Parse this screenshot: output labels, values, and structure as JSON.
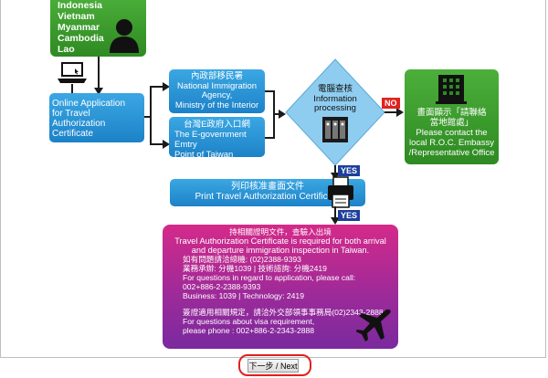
{
  "countries": [
    "Indonesia",
    "Vietnam",
    "Myanmar",
    "Cambodia",
    "Lao"
  ],
  "online": {
    "line1": "Online Application",
    "line2": "for Travel",
    "line3": "Authorization Certificate"
  },
  "immigration": {
    "zh": "內政部移民署",
    "en1": "National Immigration",
    "en2": "Agency,",
    "en3": "Ministry of the Interior"
  },
  "egov": {
    "zh": "台灣E政府入口網",
    "en1": "The E-government Emtry",
    "en2": "Point of Taiwan"
  },
  "processing": {
    "zh": "電腦查核",
    "en1": "Information",
    "en2": "processing"
  },
  "labels": {
    "no": "NO",
    "yes": "YES"
  },
  "embassy": {
    "zh1": "畫面顯示「請聯絡",
    "zh2": "當地館處」",
    "en1": "Please contact the",
    "en2": "local R.O.C. Embassy",
    "en3": "/Representative Office"
  },
  "print": {
    "zh": "列印核准畫面文件",
    "en": "Print Travel Authorization Certificate"
  },
  "info": {
    "zh_title": "持相關證明文件，查驗入出境",
    "en_title1": "Travel Authorization Certificate is required for both arrival",
    "en_title2": "and departure immigration inspection in Taiwan.",
    "q_zh": "如有問題請洽總機: (02)2388-9393",
    "ext_zh": "業務承辦: 分機1039 | 技術諮詢: 分機2419",
    "q_en": "For questions in regard to application, please call:",
    "phone": "002+886-2-2388-9393",
    "ext_en": "Business: 1039 | Technology: 2419",
    "visa_zh": "簽證適用相關規定，請洽外交部領事事務局(02)2343-2888",
    "visa_en": "For questions about visa requirement,",
    "visa_phone": "please phone : 002+886-2-2343-2888"
  },
  "next_label": "下一步 / Next"
}
